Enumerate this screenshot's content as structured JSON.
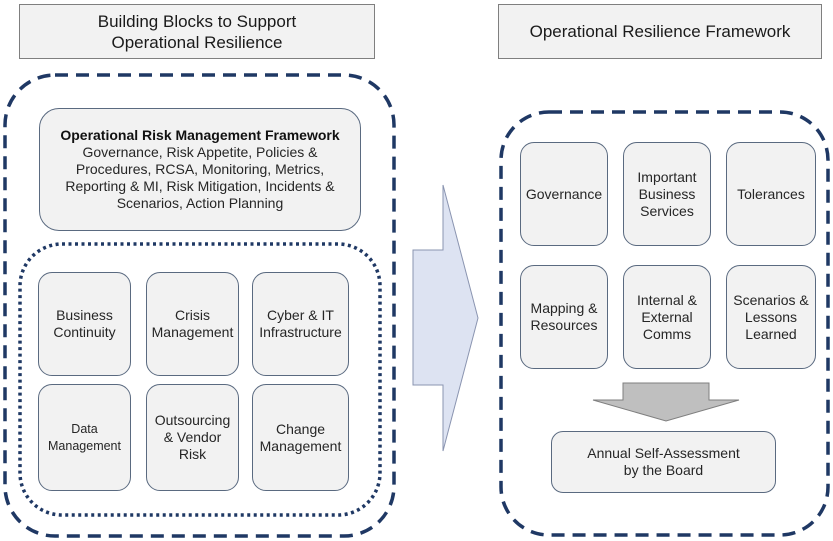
{
  "left": {
    "title": "Building Blocks to Support\nOperational Resilience",
    "orm": {
      "title": "Operational Risk Management Framework",
      "description": "Governance, Risk Appetite, Policies &\nProcedures, RCSA, Monitoring, Metrics,\nReporting & MI, Risk Mitigation, Incidents &\nScenarios, Action Planning"
    },
    "blocks": [
      "Business\nContinuity",
      "Crisis\nManagement",
      "Cyber & IT\nInfrastructure",
      "Data\nManagement",
      "Outsourcing\n& Vendor\nRisk",
      "Change\nManagement"
    ]
  },
  "right": {
    "title": "Operational Resilience Framework",
    "blocks": [
      "Governance",
      "Important\nBusiness\nServices",
      "Tolerances",
      "Mapping &\nResources",
      "Internal &\nExternal\nComms",
      "Scenarios &\nLessons\nLearned"
    ],
    "assessment": "Annual Self-Assessment\nby the Board"
  },
  "colors": {
    "frame": "#1f3864",
    "box_fill": "#f2f2f2",
    "box_border": "#5a6a80",
    "arrow_fill": "#dde3f2",
    "arrow_border": "#8a94b0",
    "down_arrow_fill": "#bfbfbf"
  }
}
